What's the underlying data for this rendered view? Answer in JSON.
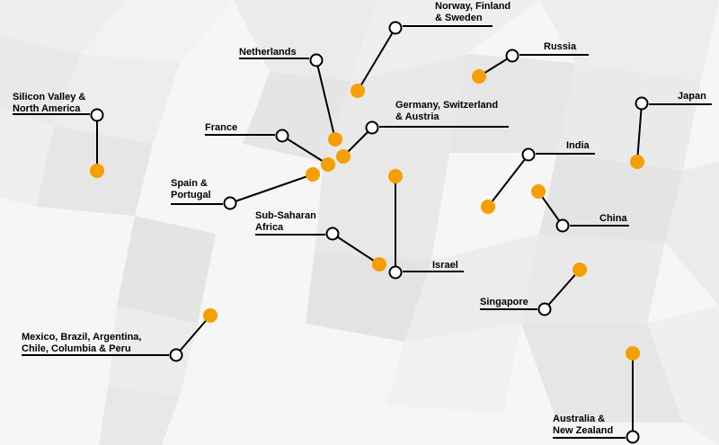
{
  "colors": {
    "node_fill": "#ffffff",
    "node_stroke": "#000000",
    "marker": "#f5a000",
    "line": "#000000",
    "background": "#f6f6f6"
  },
  "regions": [
    {
      "id": "silicon-valley",
      "lines": [
        "Silicon Valley &",
        "North America"
      ]
    },
    {
      "id": "netherlands",
      "lines": [
        "Netherlands"
      ]
    },
    {
      "id": "nordics",
      "lines": [
        "Norway, Finland",
        "& Sweden"
      ]
    },
    {
      "id": "russia",
      "lines": [
        "Russia"
      ]
    },
    {
      "id": "dach",
      "lines": [
        "Germany, Switzerland",
        "& Austria"
      ]
    },
    {
      "id": "france",
      "lines": [
        "France"
      ]
    },
    {
      "id": "spain-portugal",
      "lines": [
        "Spain &",
        "Portugal"
      ]
    },
    {
      "id": "japan",
      "lines": [
        "Japan"
      ]
    },
    {
      "id": "india",
      "lines": [
        "India"
      ]
    },
    {
      "id": "china",
      "lines": [
        "China"
      ]
    },
    {
      "id": "sub-saharan-africa",
      "lines": [
        "Sub-Saharan",
        "Africa"
      ]
    },
    {
      "id": "israel",
      "lines": [
        "Israel"
      ]
    },
    {
      "id": "singapore",
      "lines": [
        "Singapore"
      ]
    },
    {
      "id": "latam",
      "lines": [
        "Mexico, Brazil, Argentina,",
        "Chile, Columbia & Peru"
      ]
    },
    {
      "id": "anz",
      "lines": [
        "Australia &",
        "New Zealand"
      ]
    }
  ]
}
